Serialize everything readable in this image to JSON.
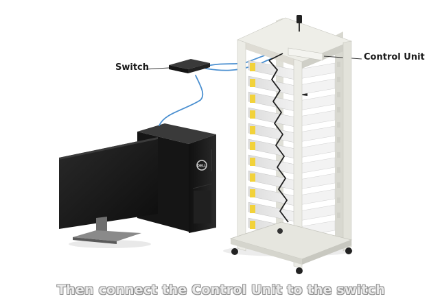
{
  "labels": {
    "switch": "Switch",
    "control_unit": "Control Unit"
  },
  "caption": "Then connect the Control Unit to the switch",
  "colors": {
    "cable_blue": "#4a8fd0",
    "battery_yellow": "#f2d23a",
    "rack_frame": "#e8e8e0",
    "pc_black": "#1a1a1a"
  },
  "icons": {
    "monitor": "monitor-icon",
    "pc_tower": "pc-tower-icon",
    "switch": "network-switch-icon",
    "rack": "battery-rack-icon",
    "control_unit": "control-unit-icon"
  }
}
